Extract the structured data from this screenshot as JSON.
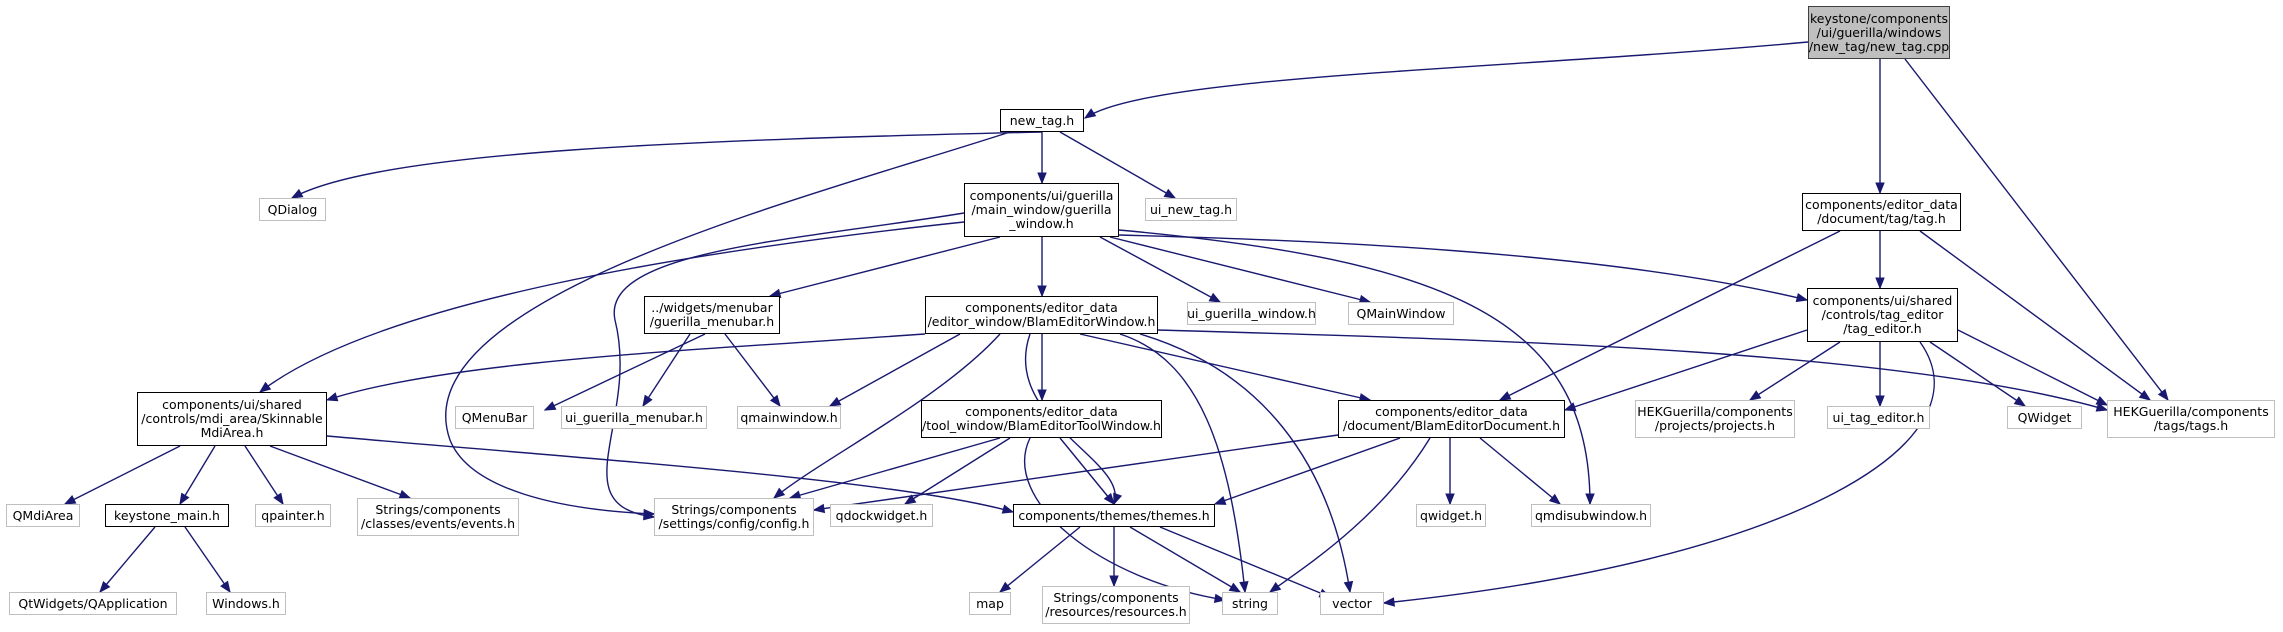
{
  "colors": {
    "edge": "#191970",
    "root_fill": "#bfbfbf",
    "internal_border": "#000000",
    "external_border": "#bfbfbf"
  },
  "nodes": {
    "new_tag_cpp": "keystone/components\n/ui/guerilla/windows\n/new_tag/new_tag.cpp",
    "new_tag_h": "new_tag.h",
    "qdialog": "QDialog",
    "guerilla_window_h": "components/ui/guerilla\n/main_window/guerilla\n_window.h",
    "ui_new_tag_h": "ui_new_tag.h",
    "tag_h": "components/editor_data\n/document/tag/tag.h",
    "guerilla_menubar_h": "../widgets/menubar\n/guerilla_menubar.h",
    "blam_editor_window_h": "components/editor_data\n/editor_window/BlamEditorWindow.h",
    "ui_guerilla_window_h": "ui_guerilla_window.h",
    "qmainwindow_cap": "QMainWindow",
    "tag_editor_h": "components/ui/shared\n/controls/tag_editor\n/tag_editor.h",
    "skinnable_mdi_area_h": "components/ui/shared\n/controls/mdi_area/Skinnable\nMdiArea.h",
    "qmenubar": "QMenuBar",
    "ui_guerilla_menubar_h": "ui_guerilla_menubar.h",
    "qmainwindow_h": "qmainwindow.h",
    "blam_editor_tool_window_h": "components/editor_data\n/tool_window/BlamEditorToolWindow.h",
    "blam_editor_document_h": "components/editor_data\n/document/BlamEditorDocument.h",
    "projects_h": "HEKGuerilla/components\n/projects/projects.h",
    "ui_tag_editor_h": "ui_tag_editor.h",
    "qwidget_cap": "QWidget",
    "tags_h": "HEKGuerilla/components\n/tags/tags.h",
    "qmdiarea": "QMdiArea",
    "keystone_main_h": "keystone_main.h",
    "qpainter_h": "qpainter.h",
    "events_h": "Strings/components\n/classes/events/events.h",
    "config_h": "Strings/components\n/settings/config/config.h",
    "qdockwidget_h": "qdockwidget.h",
    "themes_h": "components/themes/themes.h",
    "qwidget_h": "qwidget.h",
    "qmdisubwindow_h": "qmdisubwindow.h",
    "qapplication": "QtWidgets/QApplication",
    "windows_h": "Windows.h",
    "map": "map",
    "resources_h": "Strings/components\n/resources/resources.h",
    "string": "string",
    "vector": "vector"
  }
}
